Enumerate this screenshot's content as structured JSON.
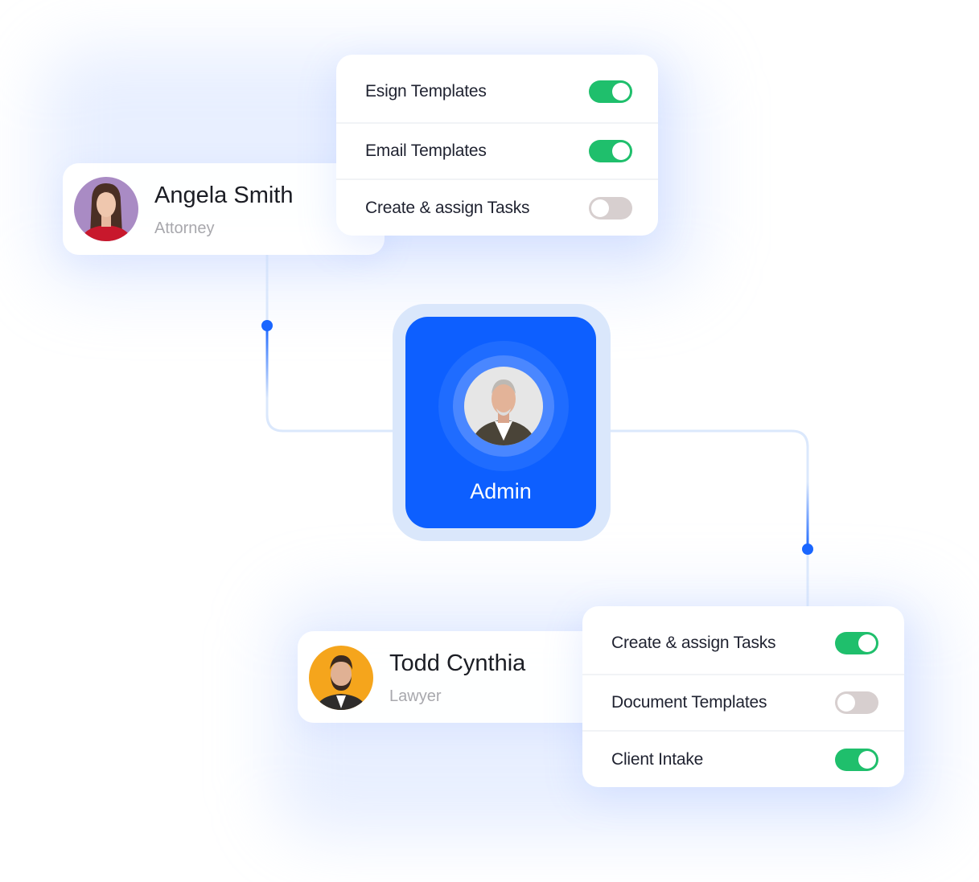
{
  "top_panel": {
    "rows": [
      {
        "label": "Esign Templates",
        "enabled": true
      },
      {
        "label": "Email Templates",
        "enabled": true
      },
      {
        "label": "Create & assign Tasks",
        "enabled": false
      }
    ]
  },
  "angela": {
    "name": "Angela Smith",
    "role": "Attorney"
  },
  "admin": {
    "label": "Admin"
  },
  "todd": {
    "name": "Todd Cynthia",
    "role": "Lawyer"
  },
  "bottom_panel": {
    "rows": [
      {
        "label": "Create & assign Tasks",
        "enabled": true
      },
      {
        "label": "Document Templates",
        "enabled": false
      },
      {
        "label": "Client Intake",
        "enabled": true
      }
    ]
  },
  "colors": {
    "accent": "#0d5fff",
    "toggle_on": "#1fbf6c",
    "toggle_off": "#d7cfcf",
    "connector": "#dbe8fc"
  }
}
